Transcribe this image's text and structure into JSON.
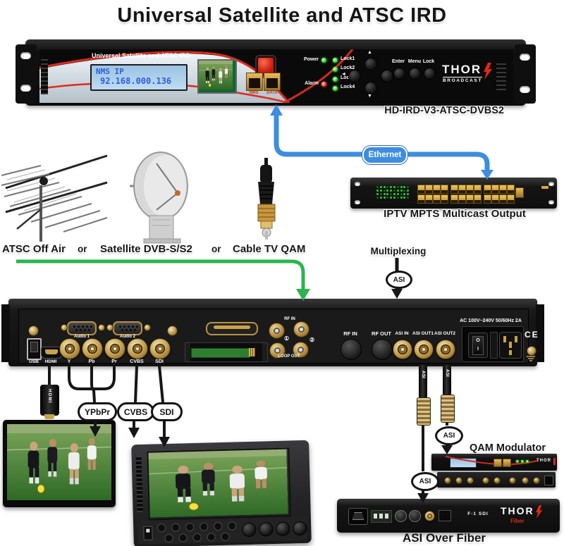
{
  "title": "Universal Satellite and ATSC IRD",
  "ird": {
    "panel_title": "Universal Satellite and ATSC IRD",
    "lcd_line1": "NMS IP",
    "lcd_line2": "92.168.000.136",
    "port_nms": "NMS",
    "port_data": "DATA",
    "led_power": "Power",
    "led_alarm": "Alarm",
    "led_lock1": "Lock1",
    "led_lock2": "Lock2",
    "led_lock3": "Lock3",
    "led_lock4": "Lock4",
    "btn_enter": "Enter",
    "btn_menu": "Menu",
    "btn_lock": "Lock",
    "brand": "THOR",
    "brand_sub": "BROADCAST",
    "model": "HD-IRD-V3-ATSC-DVBS2"
  },
  "ethernet": {
    "label": "Ethernet"
  },
  "switch": {
    "label": "IPTV MPTS Multicast Output"
  },
  "inputs": {
    "atsc": "ATSC Off Air",
    "or1": "or",
    "satellite": "Satellite DVB-S/S2",
    "or2": "or",
    "cable": "Cable TV QAM"
  },
  "multiplex": {
    "label": "Multiplexing",
    "asi": "ASI"
  },
  "rear": {
    "usb": "USB",
    "hdmi": "HDMI",
    "audio1": "Audio 1",
    "audio2": "Audio 2",
    "y": "Y",
    "pb": "Pb",
    "pr": "Pr",
    "cvbs": "CVBS",
    "sdi": "SDI",
    "rf_in_small": "RF IN",
    "loop_out": "LOOP OUT",
    "num1": "①",
    "num2": "②",
    "rf_in": "RF IN",
    "rf_out": "RF OUT",
    "asi_in": "ASI IN",
    "asi_out1": "ASI OUT1",
    "asi_out2": "ASI OUT2",
    "ac": "AC 100V~240V 50/60Hz 2A",
    "ce": "CE",
    "sw_o": "O",
    "sw_i": "I"
  },
  "outputs": {
    "hdmi_plug": "HDMI",
    "ypbpr": "YPbPr",
    "cvbs": "CVBS",
    "sdi": "SDI"
  },
  "asi": {
    "cable1": "ASI",
    "cable2": "ASI",
    "badge1": "ASI",
    "badge2": "ASI",
    "qam_label": "QAM Modulator",
    "qam_brand": "THOR",
    "fiber_label": "ASI Over Fiber",
    "fiber_brand": "THOR",
    "fiber_sub": "Fiber",
    "fiber_model": "F-1 SDI"
  },
  "colors": {
    "blue": "#3d8de0",
    "green": "#2ab54d",
    "red_accent": "#df2b1c",
    "lcd_text": "#2b5fd9"
  }
}
